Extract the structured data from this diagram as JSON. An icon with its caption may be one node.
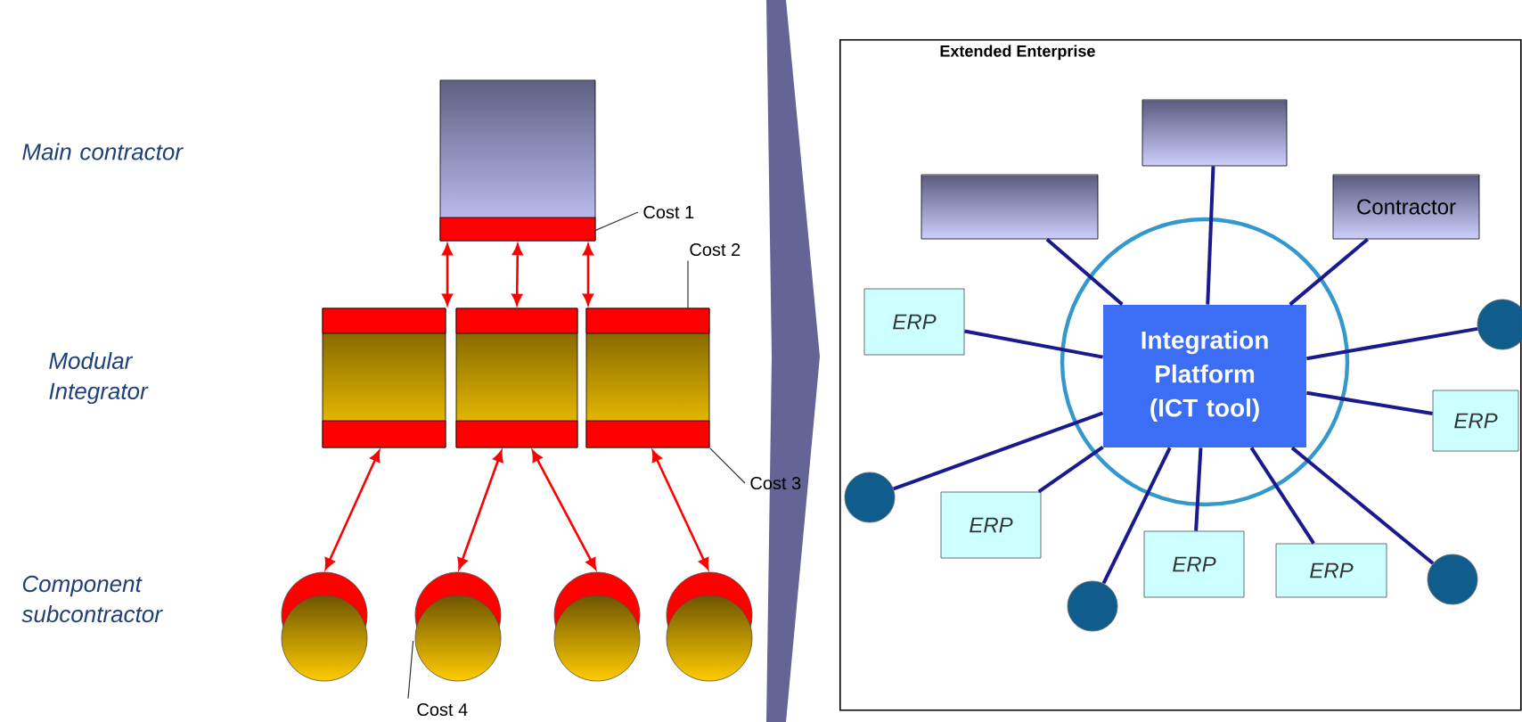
{
  "diagram": {
    "nodes": [
      {
        "text": [],
        "shape": "box"
      },
      {
        "text": [
          "Cost 1"
        ]
      },
      {
        "text": [
          "Cost 2"
        ]
      },
      {
        "text": [],
        "shape": "box"
      },
      {
        "text": [],
        "shape": "box"
      },
      {
        "text": [],
        "shape": "box"
      },
      {
        "text": [
          "Cost 3"
        ]
      },
      {
        "text": [],
        "shape": "circle"
      },
      {
        "text": [],
        "shape": "circle"
      },
      {
        "text": [],
        "shape": "circle"
      },
      {
        "text": [],
        "shape": "circle"
      },
      {
        "text": [
          "Cost 4"
        ]
      },
      {
        "text": [
          "Extended Enterprise"
        ]
      },
      {
        "text": [],
        "shape": "box",
        "in": 12
      },
      {
        "text": [],
        "shape": "box",
        "in": 12
      },
      {
        "text": [
          "Contractor"
        ],
        "in": 12
      },
      {
        "text": [
          "ERP"
        ],
        "in": 12
      },
      {
        "text": [],
        "shape": "circle",
        "in": 12
      },
      {
        "text": [
          "Integration Platform (ICT tool)"
        ],
        "in": 12
      },
      {
        "text": [
          "ERP"
        ],
        "in": 12
      },
      {
        "text": [],
        "shape": "circle",
        "in": 12
      },
      {
        "text": [
          "ERP"
        ],
        "in": 12
      },
      {
        "text": [
          "ERP"
        ],
        "in": 12
      },
      {
        "text": [
          "ERP"
        ],
        "in": 12
      },
      {
        "text": [],
        "shape": "circle",
        "in": 12
      },
      {
        "text": [],
        "shape": "circle",
        "in": 12
      }
    ],
    "edges": [
      {
        "from": 0,
        "to": 3,
        "arrow": "both",
        "color": "#ff0000"
      },
      {
        "from": 0,
        "to": 4,
        "arrow": "both",
        "color": "#ff0000"
      },
      {
        "from": 0,
        "to": 5,
        "arrow": "both",
        "color": "#ff0000"
      },
      {
        "from": 3,
        "to": 7,
        "arrow": "both",
        "color": "#ff0000"
      },
      {
        "from": 4,
        "to": 8,
        "arrow": "both",
        "color": "#ff0000"
      },
      {
        "from": 4,
        "to": 9,
        "arrow": "both",
        "color": "#ff0000"
      },
      {
        "from": 5,
        "to": 10,
        "arrow": "both",
        "color": "#ff0000"
      },
      {
        "from": 1,
        "to": 0,
        "arrow": "none",
        "color": "#333333"
      },
      {
        "from": 2,
        "to": 5,
        "arrow": "none",
        "color": "#333333"
      },
      {
        "from": 6,
        "to": 5,
        "arrow": "none",
        "color": "#333333"
      },
      {
        "from": 11,
        "to": 8,
        "arrow": "none",
        "color": "#333333"
      },
      {
        "from": 18,
        "to": 13,
        "arrow": "none"
      },
      {
        "from": 18,
        "to": 14,
        "arrow": "none"
      },
      {
        "from": 18,
        "to": 15,
        "arrow": "none"
      },
      {
        "from": 18,
        "to": 16,
        "arrow": "none"
      },
      {
        "from": 18,
        "to": 17,
        "arrow": "none"
      },
      {
        "from": 18,
        "to": 19,
        "arrow": "none"
      },
      {
        "from": 18,
        "to": 20,
        "arrow": "none"
      },
      {
        "from": 18,
        "to": 21,
        "arrow": "none"
      },
      {
        "from": 18,
        "to": 24,
        "arrow": "none"
      },
      {
        "from": 18,
        "to": 22,
        "arrow": "none"
      },
      {
        "from": 18,
        "to": 23,
        "arrow": "none"
      },
      {
        "from": 18,
        "to": 25,
        "arrow": "none"
      }
    ],
    "labels": [
      "Main contractor",
      "Modular Integrator",
      "Component subcontractor"
    ]
  }
}
